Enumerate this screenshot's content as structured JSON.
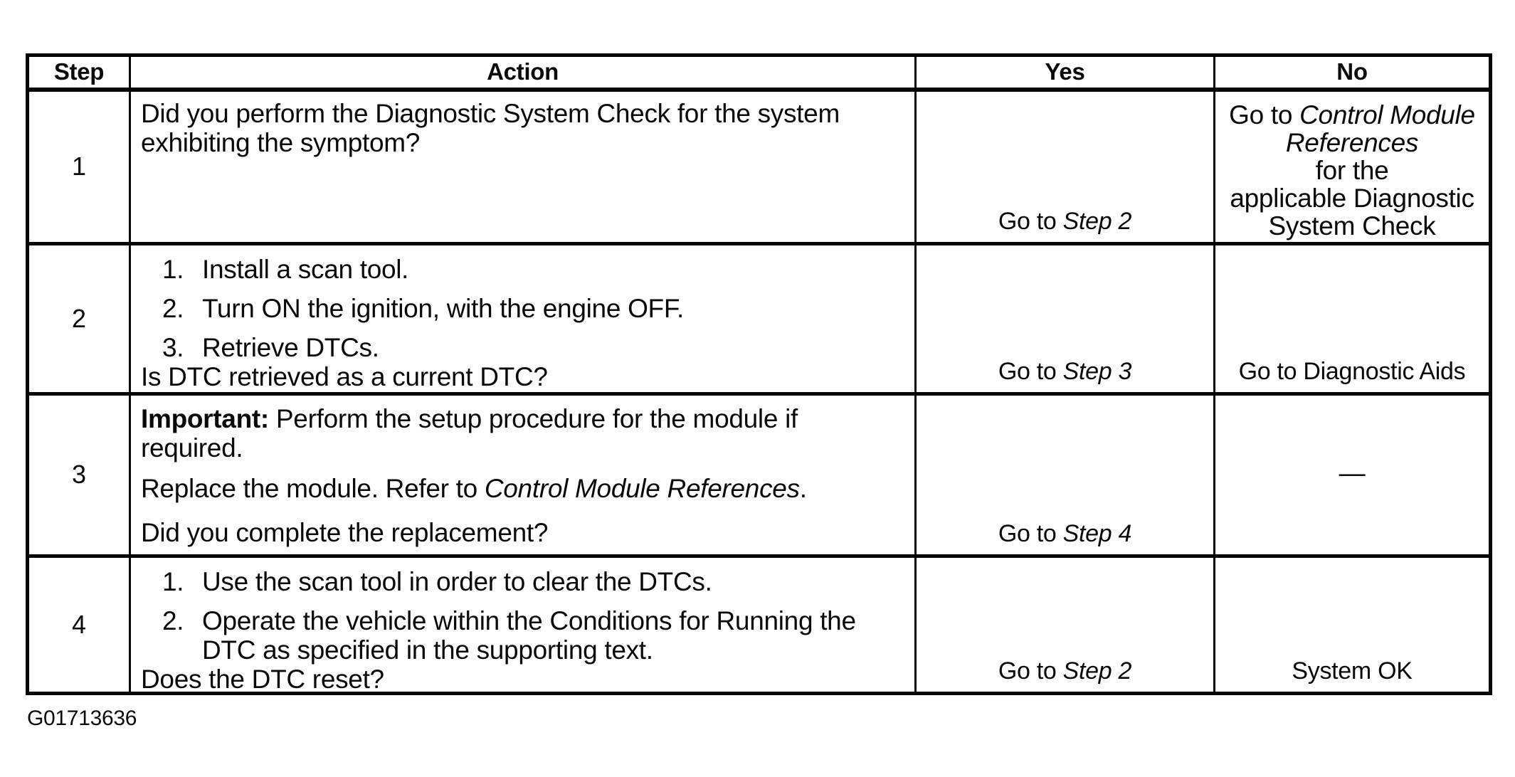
{
  "figure_id": "G01713636",
  "colors": {
    "ink": "#0a0a0a",
    "paper": "#fefefe",
    "border": "#050505"
  },
  "table": {
    "headers": {
      "step": "Step",
      "action": "Action",
      "yes": "Yes",
      "no": "No"
    },
    "rows": [
      {
        "step": "1",
        "action": {
          "question": "Did you perform the Diagnostic System Check for the system exhibiting the symptom?"
        },
        "yes": {
          "prefix": "Go to ",
          "italic": "Step 2"
        },
        "no": {
          "line1_prefix": "Go to ",
          "line1_italic": "Control Module",
          "line2_italic": "References",
          "line3": "for the",
          "line4": "applicable Diagnostic",
          "line5": "System Check"
        }
      },
      {
        "step": "2",
        "action": {
          "list": [
            {
              "num": "1.",
              "text": "Install a scan tool."
            },
            {
              "num": "2.",
              "text": "Turn ON the ignition, with the engine OFF."
            },
            {
              "num": "3.",
              "text": "Retrieve DTCs."
            }
          ],
          "question": "Is DTC retrieved as a current DTC?"
        },
        "yes": {
          "prefix": "Go to ",
          "italic": "Step 3"
        },
        "no": {
          "text": "Go to Diagnostic Aids"
        }
      },
      {
        "step": "3",
        "action": {
          "p1_bold": "Important:",
          "p1_rest": " Perform the setup procedure for the module if required.",
          "p2_prefix": "Replace the module. Refer to ",
          "p2_italic": "Control Module References",
          "p2_suffix": ".",
          "question": "Did you complete the replacement?"
        },
        "yes": {
          "prefix": "Go to ",
          "italic": "Step 4"
        },
        "no": {
          "dash": "—"
        }
      },
      {
        "step": "4",
        "action": {
          "list": [
            {
              "num": "1.",
              "text": "Use the scan tool in order to clear the DTCs."
            },
            {
              "num": "2.",
              "text": "Operate the vehicle within the Conditions for Running the DTC as specified in the supporting text."
            }
          ],
          "question": "Does the DTC reset?"
        },
        "yes": {
          "prefix": "Go to ",
          "italic": "Step 2"
        },
        "no": {
          "text": "System OK"
        }
      }
    ]
  }
}
